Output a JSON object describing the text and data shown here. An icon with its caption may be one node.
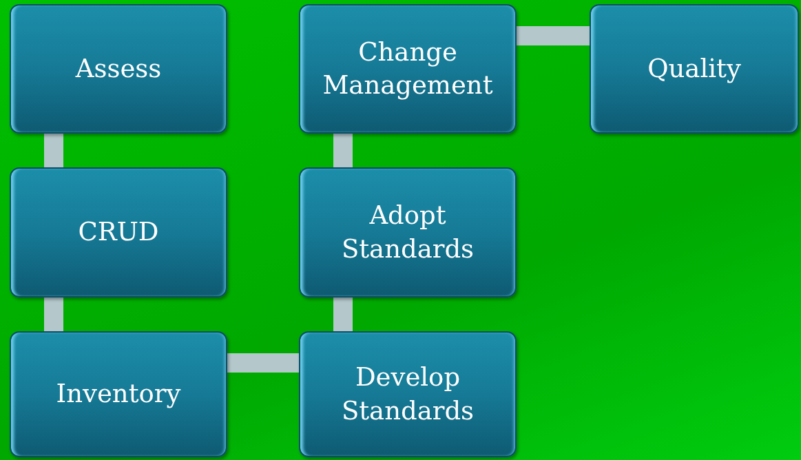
{
  "diagram": {
    "nodes": [
      {
        "text": [
          "Assess"
        ]
      },
      {
        "text": [
          "Change Management"
        ]
      },
      {
        "text": [
          "Quality"
        ]
      },
      {
        "text": [
          "CRUD"
        ]
      },
      {
        "text": [
          "Adopt Standards"
        ]
      },
      {
        "text": [
          "Inventory"
        ]
      },
      {
        "text": [
          "Develop Standards"
        ]
      }
    ],
    "edges": [
      {
        "from": 0,
        "to": 3,
        "arrow": "none"
      },
      {
        "from": 3,
        "to": 5,
        "arrow": "none"
      },
      {
        "from": 5,
        "to": 6,
        "arrow": "none"
      },
      {
        "from": 6,
        "to": 4,
        "arrow": "none"
      },
      {
        "from": 4,
        "to": 1,
        "arrow": "none"
      },
      {
        "from": 1,
        "to": 2,
        "arrow": "none"
      }
    ]
  }
}
